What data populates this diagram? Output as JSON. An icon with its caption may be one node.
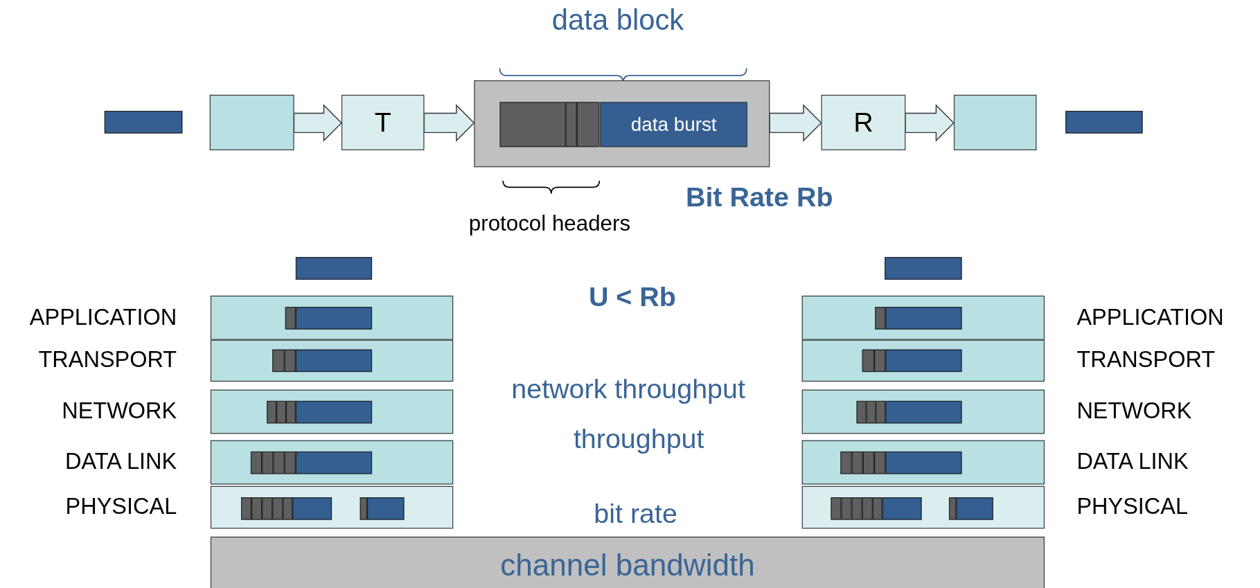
{
  "diagram": {
    "nodes": [
      {
        "text": [],
        "shape": "box"
      },
      {
        "text": [
          "T"
        ]
      },
      {
        "text": [],
        "shape": "box"
      },
      {
        "text": [
          "data burst"
        ],
        "in": 2
      },
      {
        "text": [
          "R"
        ]
      },
      {
        "text": [],
        "shape": "box"
      },
      {
        "text": [
          "APPLICATION"
        ]
      },
      {
        "text": [
          "TRANSPORT"
        ]
      },
      {
        "text": [
          "NETWORK"
        ]
      },
      {
        "text": [
          "DATA LINK"
        ]
      },
      {
        "text": [
          "PHYSICAL"
        ]
      },
      {
        "text": [
          "APPLICATION"
        ]
      },
      {
        "text": [
          "TRANSPORT"
        ]
      },
      {
        "text": [
          "NETWORK"
        ]
      },
      {
        "text": [
          "DATA LINK"
        ]
      },
      {
        "text": [
          "PHYSICAL"
        ]
      },
      {
        "text": [
          "channel bandwidth"
        ]
      },
      {
        "text": [],
        "shape": "bar"
      },
      {
        "text": [],
        "shape": "bar"
      },
      {
        "text": [],
        "shape": "bar"
      },
      {
        "text": [],
        "shape": "bar"
      }
    ],
    "edges": [
      {
        "from": 0,
        "to": 1,
        "arrow": "to"
      },
      {
        "from": 1,
        "to": 2,
        "arrow": "to"
      },
      {
        "from": 2,
        "to": 4,
        "arrow": "to"
      },
      {
        "from": 4,
        "to": 5,
        "arrow": "to"
      }
    ],
    "labels": [
      "data block",
      "protocol headers",
      "Bit Rate Rb",
      "U < Rb",
      "network throughput",
      "throughput",
      "bit rate"
    ]
  }
}
